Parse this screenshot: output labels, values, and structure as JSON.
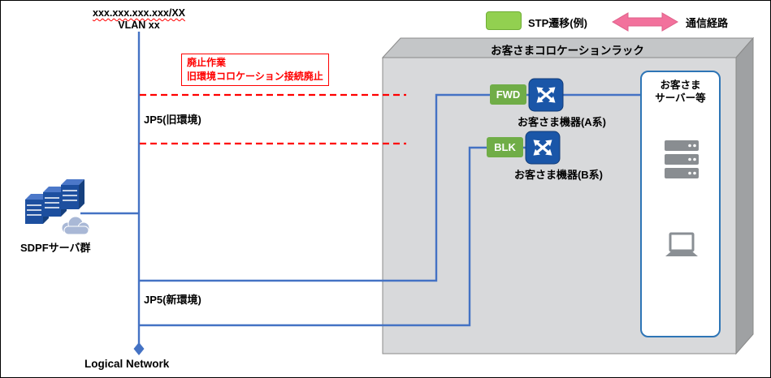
{
  "top": {
    "ip": "xxx.xxx.xxx.xxx/XX",
    "vlan": "VLAN xx"
  },
  "legend": {
    "stp": "STP遷移(例)",
    "route": "通信経路"
  },
  "notice": {
    "line1": "廃止作業",
    "line2": "旧環境コロケーション接続廃止"
  },
  "left": {
    "jp5_old": "JP5(旧環境)",
    "jp5_new": "JP5(新環境)",
    "sdpf": "SDPFサーバ群",
    "logical": "Logical Network"
  },
  "rack": {
    "title": "お客さまコロケーションラック",
    "device_a": {
      "state": "FWD",
      "label": "お客さま機器(A系)"
    },
    "device_b": {
      "state": "BLK",
      "label": "お客さま機器(B系)"
    },
    "server_box": {
      "line1": "お客さま",
      "line2": "サーバー等"
    }
  },
  "colors": {
    "line_blue": "#4472C4",
    "alert_red": "#FF0000",
    "state_green": "#70AD47",
    "legend_green": "#92D050",
    "route_pink": "#F2719C",
    "switch_blue": "#1A56A8",
    "rack_gray": "#D6D6D6",
    "server_box_border": "#2E75B6"
  },
  "icons": {
    "switch": "network-switch-icon",
    "servers_blue": "sdpf-server-cluster-icon",
    "cloud": "cloud-icon",
    "server_stack": "customer-server-icon",
    "laptop": "laptop-icon",
    "route_arrow": "double-arrow-icon"
  }
}
